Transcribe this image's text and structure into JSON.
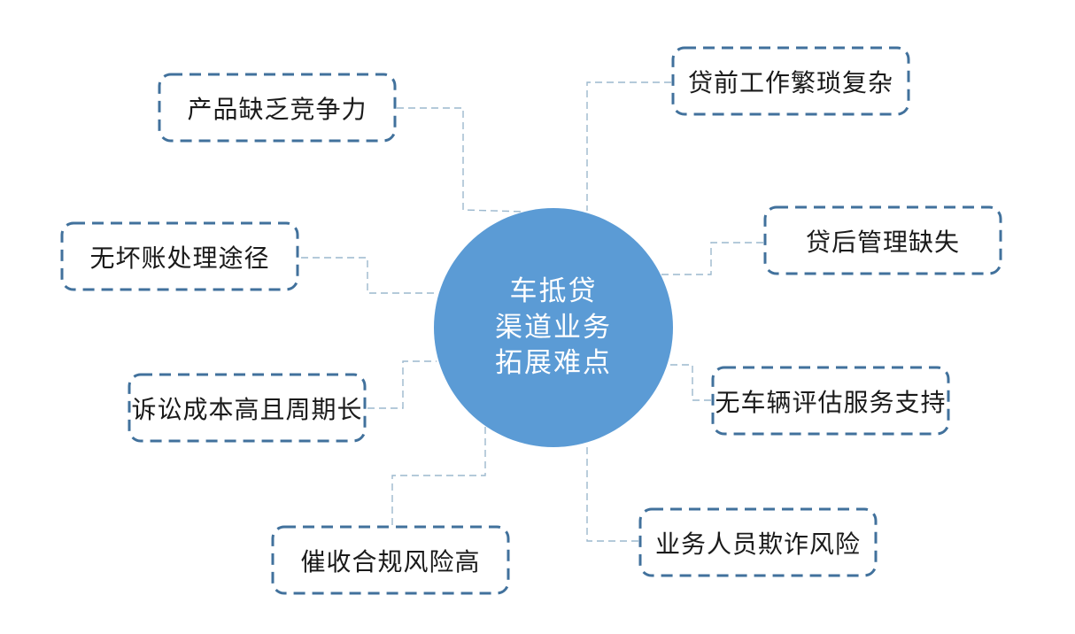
{
  "diagram": {
    "center": {
      "lines": [
        "车抵贷",
        "渠道业务",
        "拓展难点"
      ],
      "fill_color": "#5b9bd5",
      "text_color": "#ffffff"
    },
    "nodes": [
      {
        "label": "产品缺乏竞争力"
      },
      {
        "label": "无坏账处理途径"
      },
      {
        "label": "诉讼成本高且周期长"
      },
      {
        "label": "催收合规风险高"
      },
      {
        "label": "贷前工作繁琐复杂"
      },
      {
        "label": "贷后管理缺失"
      },
      {
        "label": "无车辆评估服务支持"
      },
      {
        "label": "业务人员欺诈风险"
      }
    ],
    "colors": {
      "node_border": "#41719c",
      "connector": "#9cb8ce",
      "node_text": "#1a1a1a",
      "background": "#ffffff"
    }
  }
}
